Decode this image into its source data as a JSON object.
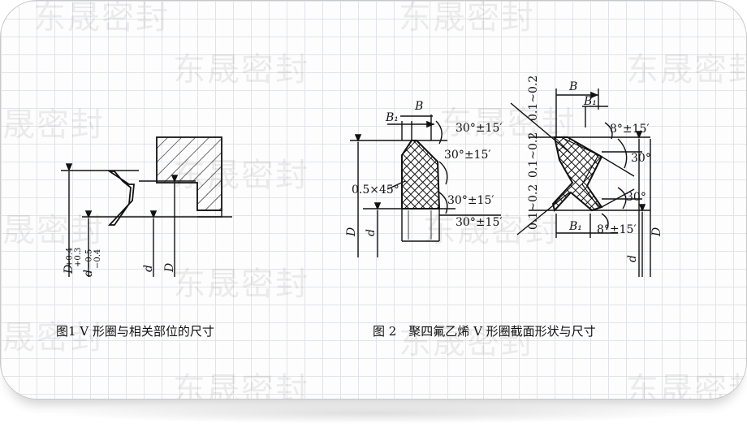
{
  "watermark": {
    "text": "东晟密封"
  },
  "figure1": {
    "caption": "图1 V 形圈与相关部位的尺寸",
    "dim_D_main": "D",
    "dim_D_tol": "+0.3\n+0.4",
    "dim_d_main": "d",
    "dim_d_tol": "−0.4\n−0.5",
    "label_d": "d",
    "label_D": "D"
  },
  "figure2": {
    "caption": "图 2　聚四氟乙烯 V 形圈截面形状与尺寸",
    "left": {
      "B": "B",
      "B1": "B₁",
      "angle_top": "30°±15′",
      "angle_mid": "30°±15′",
      "chamfer": "0.5×45°",
      "angle_low": "30°±15′",
      "angle_bottom": "30°±15′",
      "D": "D",
      "d": "d"
    },
    "right": {
      "tol_top": "0.1~0.2",
      "B": "B",
      "B1_top": "B₁",
      "angle_top": "8°±15′",
      "tol_mid": "0.1~0.2",
      "tol_low": "0.1~0.2",
      "angle_30a": "30°",
      "angle_30b": "30°",
      "B1_bottom": "B₁",
      "angle_bottom": "8°±15′",
      "D": "D",
      "d": "d"
    }
  }
}
